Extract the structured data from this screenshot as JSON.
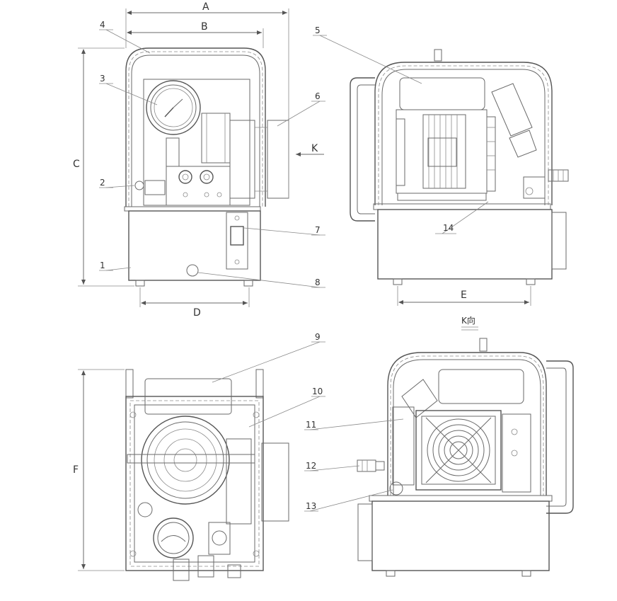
{
  "labels": {
    "n1": "1",
    "n2": "2",
    "n3": "3",
    "n4": "4",
    "n5": "5",
    "n6": "6",
    "n7": "7",
    "n8": "8",
    "n9": "9",
    "n10": "10",
    "n11": "11",
    "n12": "12",
    "n13": "13",
    "n14": "14"
  },
  "dimensions": {
    "A": "A",
    "B": "B",
    "C": "C",
    "D": "D",
    "E": "E",
    "F": "F",
    "K": "K"
  },
  "view_label": "K向"
}
